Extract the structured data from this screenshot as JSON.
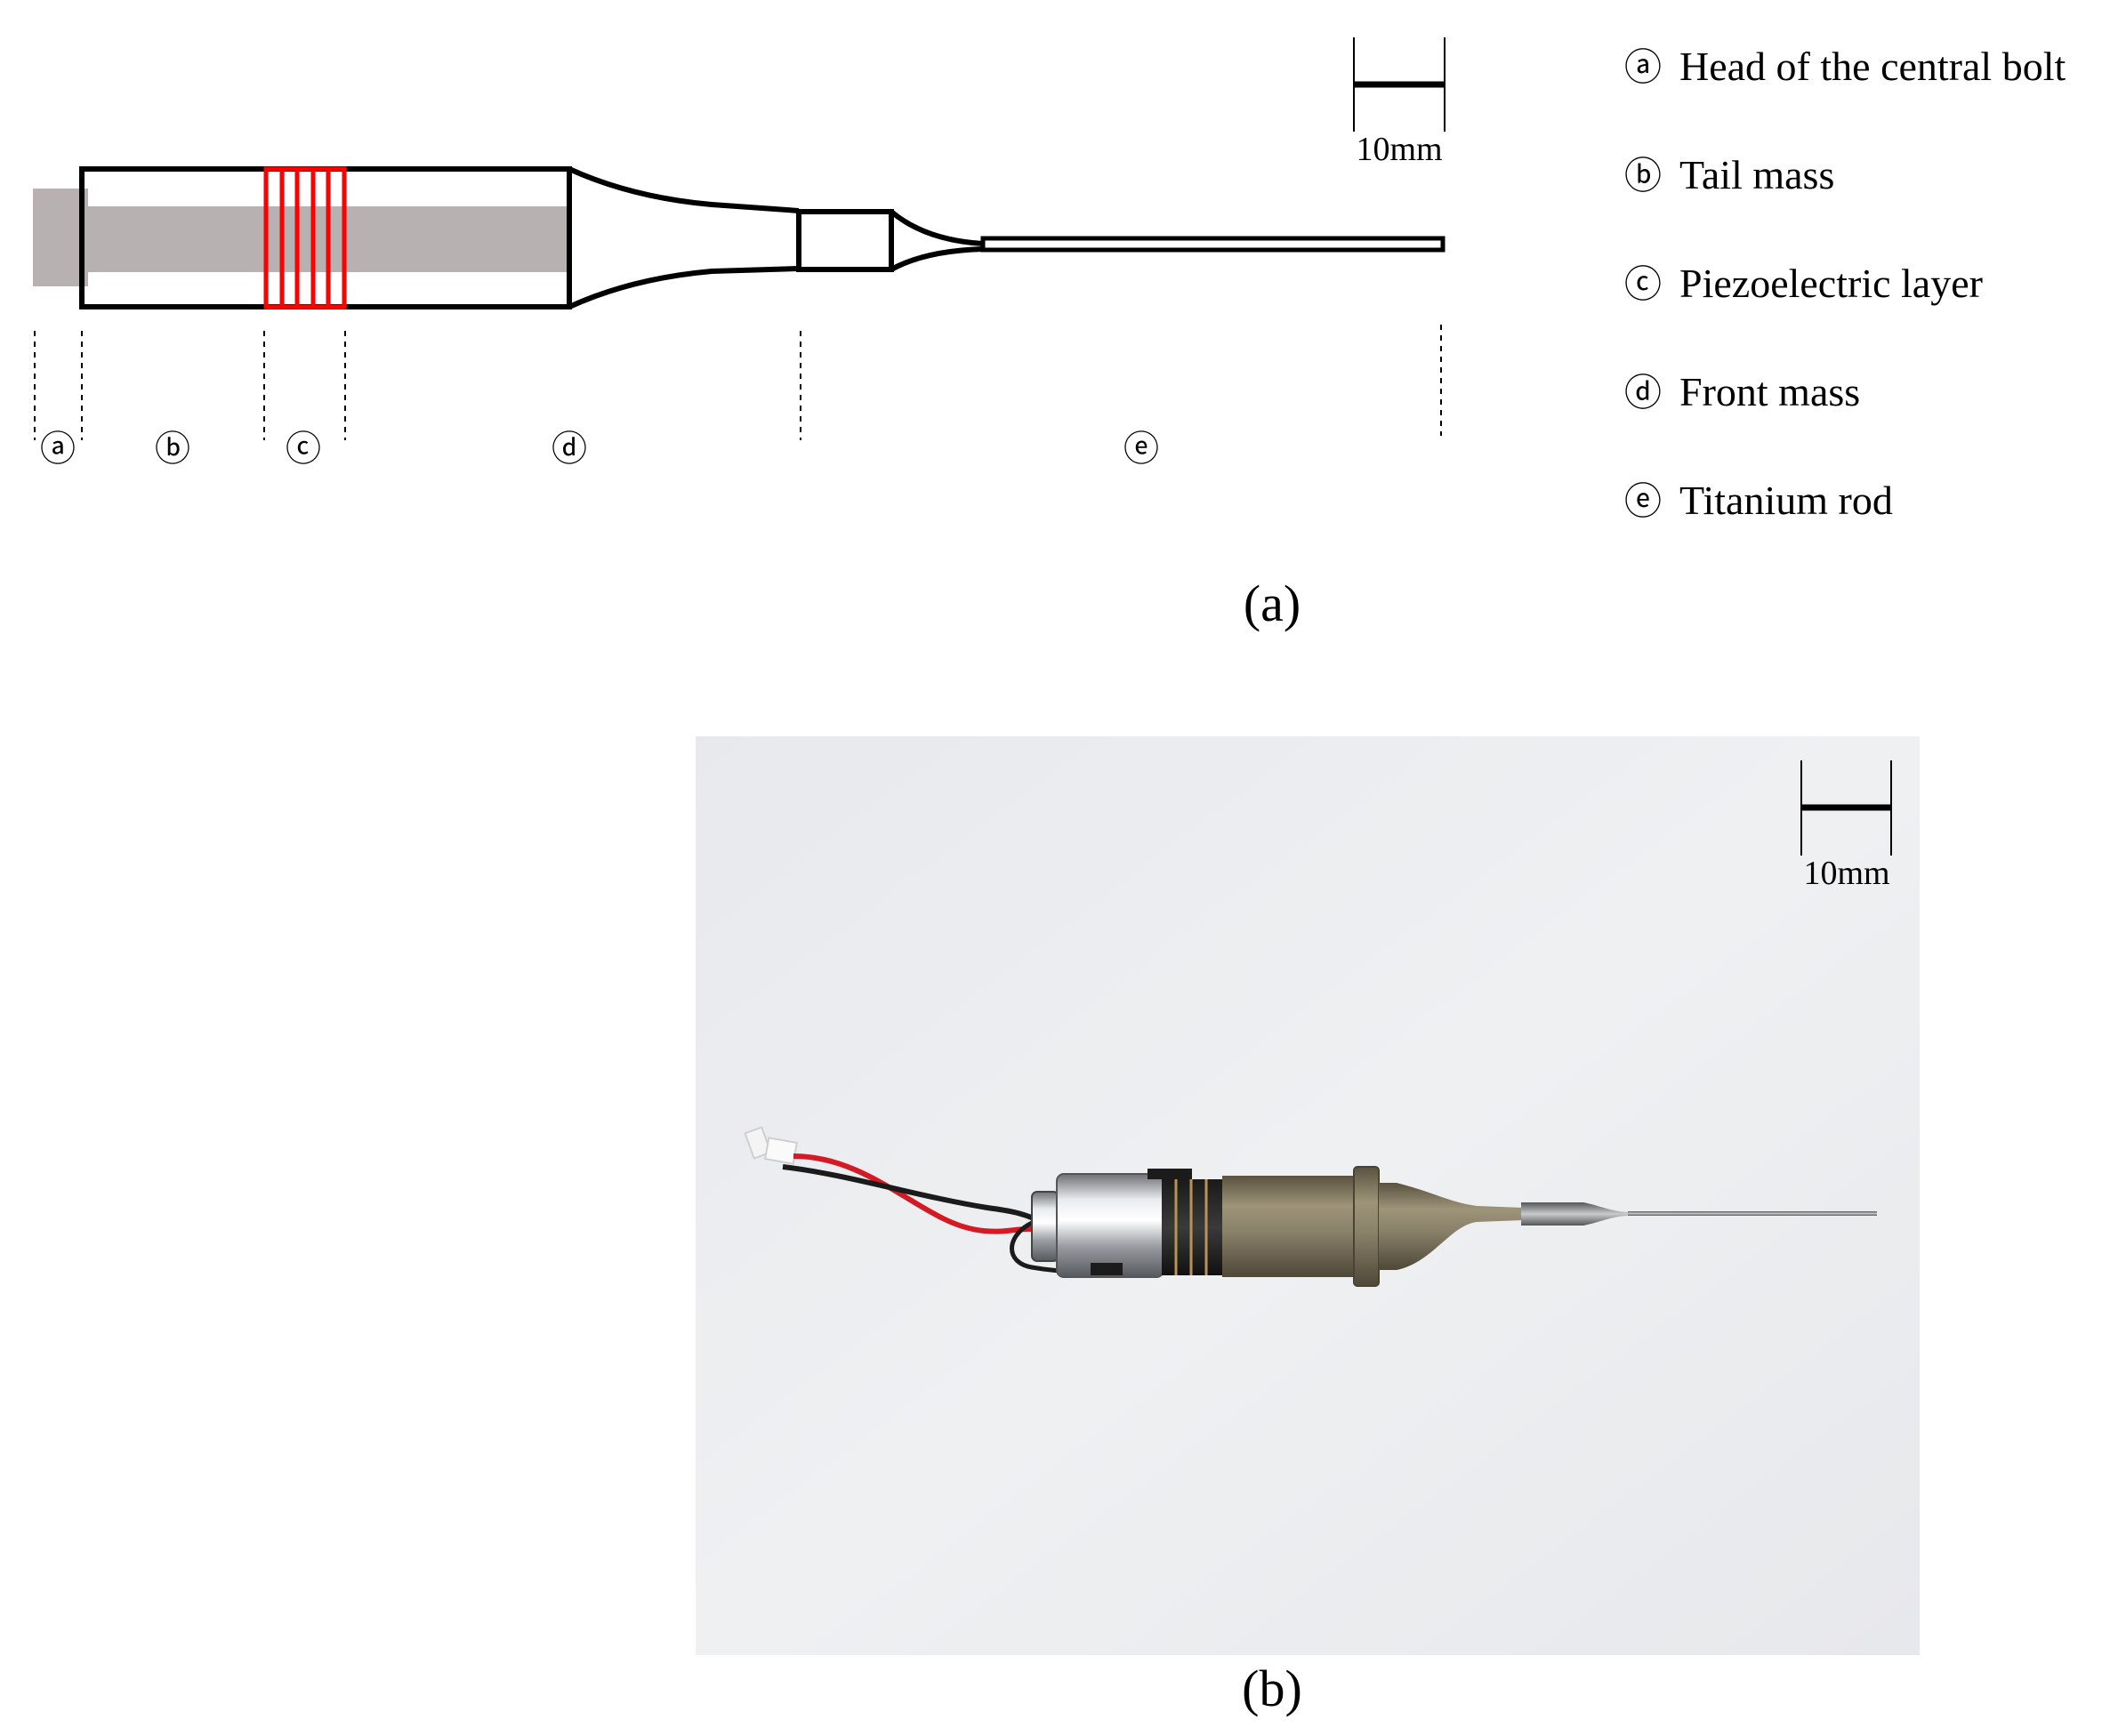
{
  "part_a": {
    "caption": "(a)",
    "scale_bar_label": "10mm",
    "section_markers": [
      "ⓐ",
      "ⓑ",
      "ⓒ",
      "ⓓ",
      "ⓔ"
    ],
    "legend": [
      {
        "marker": "ⓐ",
        "text": "Head of the central bolt"
      },
      {
        "marker": "ⓑ",
        "text": "Tail mass"
      },
      {
        "marker": "ⓒ",
        "text": "Piezoelectric layer"
      },
      {
        "marker": "ⓓ",
        "text": "Front mass"
      },
      {
        "marker": "ⓔ",
        "text": "Titanium rod"
      }
    ],
    "colors": {
      "outline": "#000000",
      "bolt_fill": "#b7b2b1",
      "piezo": "#ff0000"
    }
  },
  "part_b": {
    "caption": "(b)",
    "scale_bar_label": "10mm",
    "colors": {
      "photo_background": "#ecedf0",
      "housing": "#857c68",
      "wire_red": "#d21b24",
      "wire_black": "#1b1b1b"
    }
  }
}
